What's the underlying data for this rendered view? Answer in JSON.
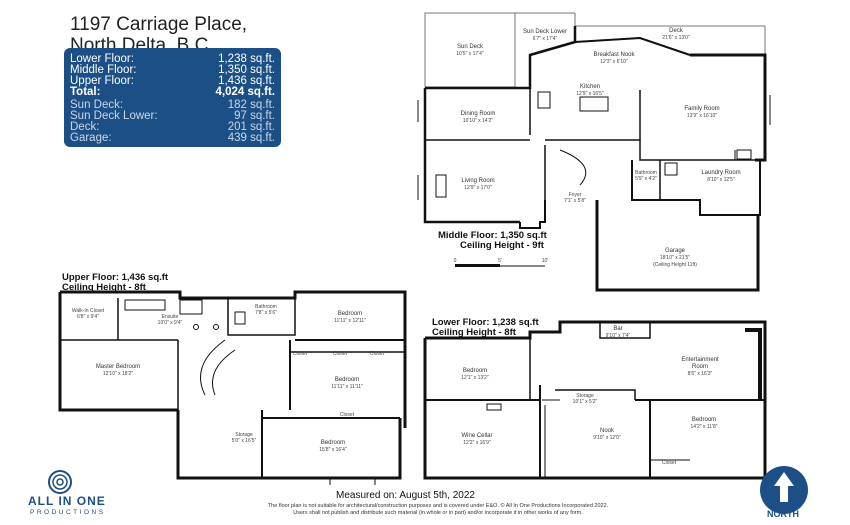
{
  "address": {
    "line1": "1197 Carriage Place,",
    "line2": "North Delta, B.C."
  },
  "areas": [
    {
      "label": "Lower Floor:",
      "value": "1,238 sq.ft."
    },
    {
      "label": "Middle Floor:",
      "value": "1,350 sq.ft."
    },
    {
      "label": "Upper Floor:",
      "value": "1,436 sq.ft."
    },
    {
      "label": "Total:",
      "value": "4,024 sq.ft."
    },
    {
      "label": "Sun Deck:",
      "value": "182 sq.ft."
    },
    {
      "label": "Sun Deck Lower:",
      "value": "97 sq.ft."
    },
    {
      "label": "Deck:",
      "value": "201 sq.ft."
    },
    {
      "label": "Garage:",
      "value": "439 sq.ft."
    }
  ],
  "middle_floor": {
    "label": "Middle Floor: 1,350 sq.ft",
    "ceiling": "Ceiling Height - 9ft",
    "rooms": {
      "sundeck": {
        "name": "Sun Deck",
        "dims": "10'5\" x 17'4\""
      },
      "sundeck_lower": {
        "name": "Sun Deck Lower",
        "dims": "6'7\" x 17'4\""
      },
      "deck": {
        "name": "Deck",
        "dims": "21'6\" x 13'0\""
      },
      "nook": {
        "name": "Breakfast Nook",
        "dims": "12'3\" x 6'10\""
      },
      "kitchen": {
        "name": "Kitchen",
        "dims": "12'9\" x 16'5\""
      },
      "family": {
        "name": "Family Room",
        "dims": "13'9\" x 16'10\""
      },
      "dining": {
        "name": "Dining Room",
        "dims": "10'10\" x 14'2\""
      },
      "living": {
        "name": "Living Room",
        "dims": "12'9\" x 17'0\""
      },
      "laundry": {
        "name": "Laundry Room",
        "dims": "8'10\" x 12'5\""
      },
      "garage": {
        "name": "Garage",
        "dims": "18'10\" x 21'5\"",
        "note": "(Ceiling Height 11ft)"
      },
      "bath": {
        "name": "Bathroom",
        "dims": "5'9\" x 4'2\""
      },
      "foyer": {
        "name": "Foyer",
        "dims": "7'1\" x 5'8\""
      }
    }
  },
  "upper_floor": {
    "label": "Upper Floor: 1,436 sq.ft",
    "ceiling": "Ceiling Height - 8ft",
    "rooms": {
      "walkin": {
        "name": "Walk-In Closet",
        "dims": "6'8\" x 9'4\""
      },
      "ensuite": {
        "name": "Ensuite",
        "dims": "10'0\" x 9'4\""
      },
      "bath": {
        "name": "Bathroom",
        "dims": "7'8\" x 5'6\""
      },
      "bed1": {
        "name": "Bedroom",
        "dims": "11'11\" x 12'11\""
      },
      "master": {
        "name": "Master Bedroom",
        "dims": "12'10\" x 18'2\""
      },
      "bed2": {
        "name": "Bedroom",
        "dims": "11'11\" x 11'11\""
      },
      "bed3": {
        "name": "Bedroom",
        "dims": "15'8\" x 16'4\""
      },
      "storage": {
        "name": "Storage",
        "dims": "5'0\" x 16'5\""
      }
    },
    "closets": [
      "Closet",
      "Closet",
      "Closet",
      "Closet"
    ]
  },
  "lower_floor": {
    "label": "Lower Floor: 1,238 sq.ft",
    "ceiling": "Ceiling Height - 8ft",
    "rooms": {
      "bar": {
        "name": "Bar",
        "dims": "9'10\" x 7'4\""
      },
      "bed1": {
        "name": "Bedroom",
        "dims": "12'1\" x 13'2\""
      },
      "ent": {
        "name": "Entertainment",
        "name2": "Room",
        "dims": "8'6\" x 16'3\""
      },
      "wine": {
        "name": "Wine Cellar",
        "dims": "12'2\" x 16'9\""
      },
      "nook": {
        "name": "Nook",
        "dims": "9'10\" x 12'0\""
      },
      "bed2": {
        "name": "Bedroom",
        "dims": "14'2\" x 11'8\""
      },
      "storage": {
        "name": "Storage",
        "dims": "10'1\" x 5'2\""
      }
    },
    "closet": "Closet"
  },
  "scale": {
    "labels": [
      "0",
      "5'",
      "10'"
    ]
  },
  "logo": {
    "main": "ALL IN ONE",
    "sub": "PRODUCTIONS"
  },
  "measured": "Measured on:  August 5th, 2022",
  "disclaimer": {
    "line1": "The floor plan is not suitable for architectural/construction purposes and is covered under E&O. © All In One Productions Incorporated 2022.",
    "line2": "Users shall not publish and distribute such material (in whole or in part) and/or incorporate it in other works of any form."
  },
  "compass": {
    "label": "NORTH"
  },
  "colors": {
    "brand": "#1d4f87",
    "wall": "#111111"
  }
}
